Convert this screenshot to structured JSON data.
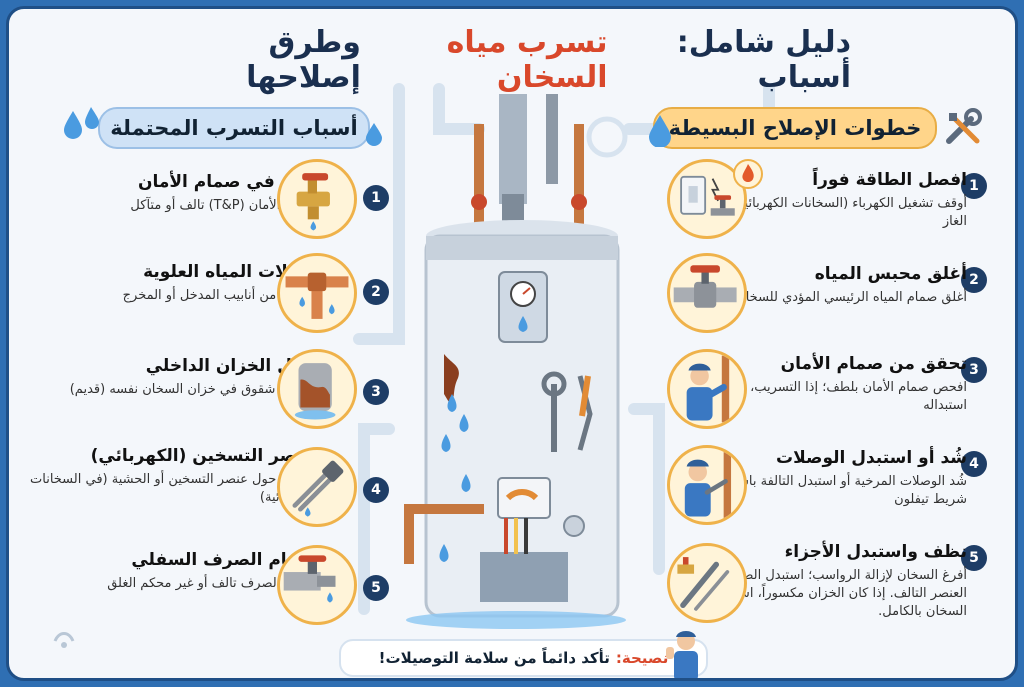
{
  "title": {
    "prefix": "دليل شامل: أسباب",
    "highlight": "تسرب مياه السخان",
    "suffix": "وطرق إصلاحها"
  },
  "causes": {
    "heading": "أسباب التسرب المحتملة",
    "items": [
      {
        "num": "1",
        "title": "خلل في صمام الأمان",
        "desc": "صمام الأمان (T&P) تالف أو متآكل",
        "icon": "safety-valve-icon"
      },
      {
        "num": "2",
        "title": "وصلات المياه العلوية",
        "desc": "تسرب من أنابيب المدخل أو المخرج",
        "icon": "pipe-joint-icon"
      },
      {
        "num": "3",
        "title": "تآكل الخزان الداخلي",
        "desc": "صدأ أو شقوق في خزان السخان نفسه (قديم)",
        "icon": "rusty-tank-icon"
      },
      {
        "num": "4",
        "title": "عنصر التسخين (الكهربائي)",
        "desc": "تسرب حول عنصر التسخين أو الحشية (في السخانات الكهربائية)",
        "icon": "heating-element-icon"
      },
      {
        "num": "5",
        "title": "صمام الصرف السفلي",
        "desc": "صمام الصرف تالف أو غير محكم الغلق",
        "icon": "drain-valve-icon"
      }
    ]
  },
  "steps": {
    "heading": "خطوات الإصلاح البسيطة",
    "items": [
      {
        "num": "1",
        "title": "افصل الطاقة فوراً",
        "desc": "أوقف تشغيل الكهرباء (السخانات الكهربائية) أو الغاز",
        "icon": "power-switch-icon"
      },
      {
        "num": "2",
        "title": "أغلق محبس المياه",
        "desc": "أغلق صمام المياه الرئيسي المؤدي للسخان",
        "icon": "water-valve-icon"
      },
      {
        "num": "3",
        "title": "تحقق من صمام الأمان",
        "desc": "افحص صمام الأمان بلطف؛ إذا التسريب، يجب استبداله",
        "icon": "technician-icon"
      },
      {
        "num": "4",
        "title": "شُد أو استبدل الوصلات",
        "desc": "شُد الوصلات المرخية أو استبدل التالفة باستخدام شريط تيفلون",
        "icon": "technician-wrench-icon"
      },
      {
        "num": "5",
        "title": "نظف واستبدل الأجزاء",
        "desc": "أفرغ السخان لإزالة الرواسب؛ استبدل الصمام أو العنصر التالف. إذا كان الخزان مكسوراً، استبدل السخان بالكامل.",
        "icon": "spare-parts-icon"
      }
    ]
  },
  "tip": {
    "label": "نصيحة:",
    "text": "تأكد دائماً من سلامة التوصيلات!"
  },
  "colors": {
    "accent": "#d9482b",
    "navy": "#1e3d66",
    "orange": "#efb24a",
    "blue": "#2f6fb3"
  }
}
